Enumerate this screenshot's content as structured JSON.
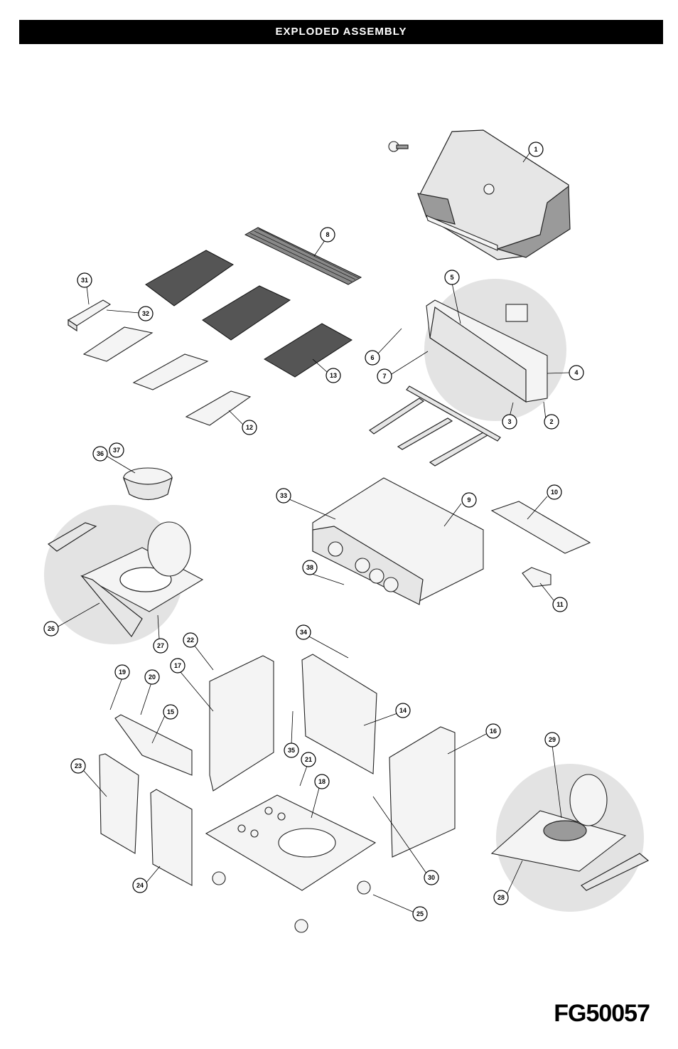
{
  "header": {
    "title": "EXPLODED ASSEMBLY"
  },
  "footer": {
    "model_number": "FG50057"
  },
  "callouts": [
    {
      "label": "1"
    },
    {
      "label": "2"
    },
    {
      "label": "3"
    },
    {
      "label": "4"
    },
    {
      "label": "5"
    },
    {
      "label": "6"
    },
    {
      "label": "7"
    },
    {
      "label": "8"
    },
    {
      "label": "9"
    },
    {
      "label": "10"
    },
    {
      "label": "11"
    },
    {
      "label": "12"
    },
    {
      "label": "13"
    },
    {
      "label": "14"
    },
    {
      "label": "15"
    },
    {
      "label": "16"
    },
    {
      "label": "17"
    },
    {
      "label": "18"
    },
    {
      "label": "19"
    },
    {
      "label": "20"
    },
    {
      "label": "21"
    },
    {
      "label": "22"
    },
    {
      "label": "23"
    },
    {
      "label": "24"
    },
    {
      "label": "25"
    },
    {
      "label": "26"
    },
    {
      "label": "27"
    },
    {
      "label": "28"
    },
    {
      "label": "29"
    },
    {
      "label": "30"
    },
    {
      "label": "31"
    },
    {
      "label": "32"
    },
    {
      "label": "33"
    },
    {
      "label": "34"
    },
    {
      "label": "35"
    },
    {
      "label": "36"
    },
    {
      "label": "37"
    },
    {
      "label": "38"
    }
  ]
}
